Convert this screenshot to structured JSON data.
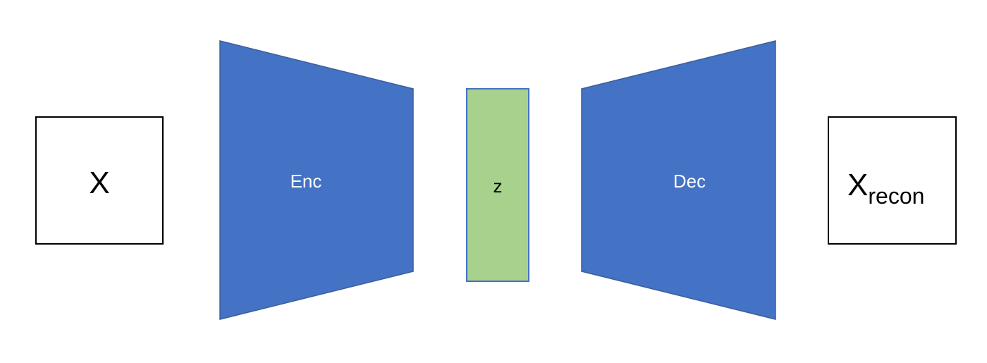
{
  "colors": {
    "encoder_fill": "#4472c4",
    "decoder_fill": "#4472c4",
    "latent_fill": "#a9d18e",
    "box_fill": "#ffffff"
  },
  "input": {
    "label": "X"
  },
  "encoder": {
    "label": "Enc"
  },
  "latent": {
    "label": "z"
  },
  "decoder": {
    "label": "Dec"
  },
  "output": {
    "label": "X",
    "subscript": "recon"
  }
}
